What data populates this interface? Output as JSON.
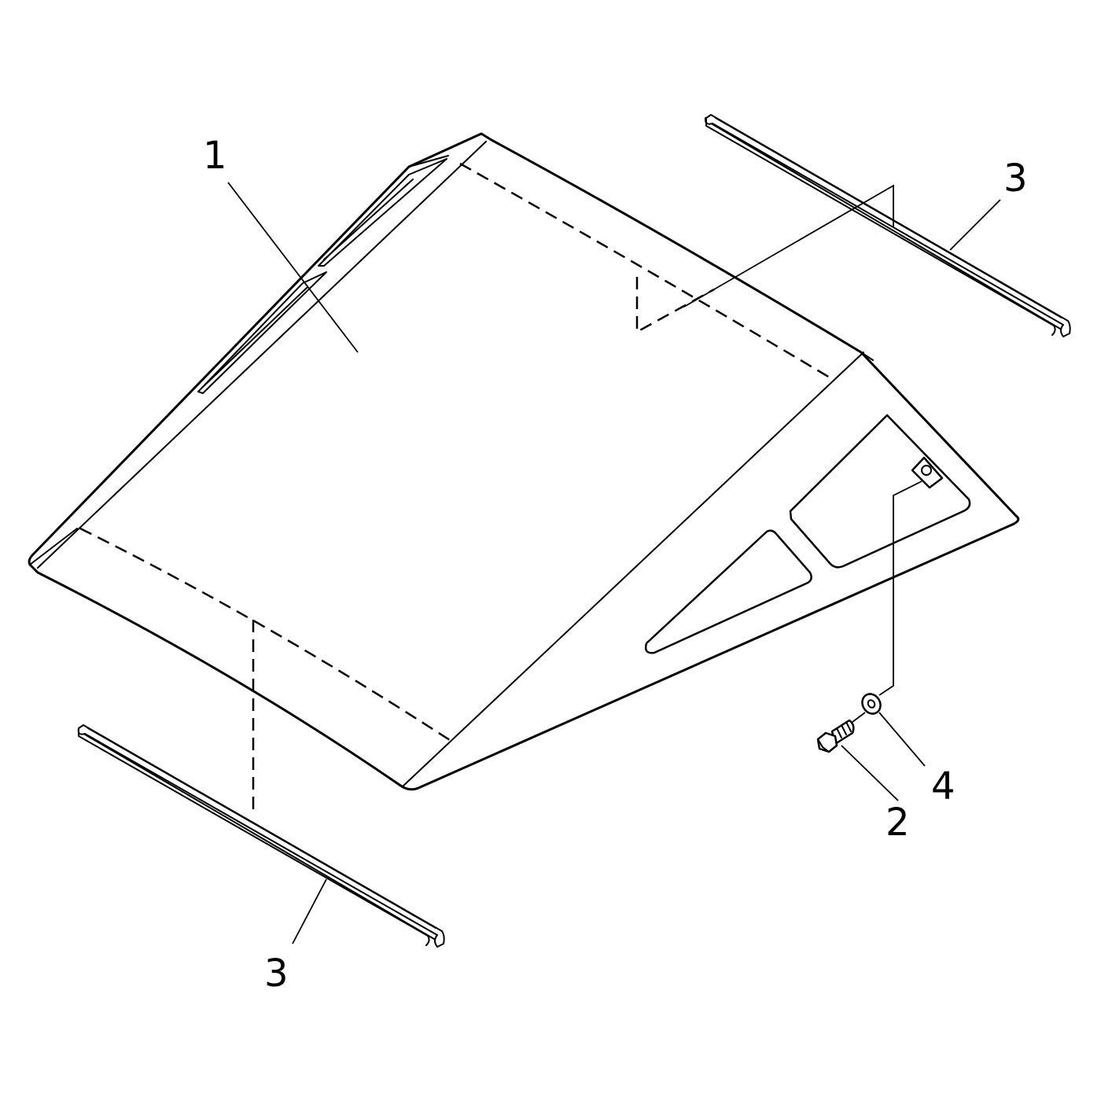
{
  "diagram": {
    "type": "exploded-parts-view",
    "callouts": {
      "part_1": "1",
      "part_2": "2",
      "part_3_upper": "3",
      "part_3_lower": "3",
      "part_4": "4"
    }
  }
}
